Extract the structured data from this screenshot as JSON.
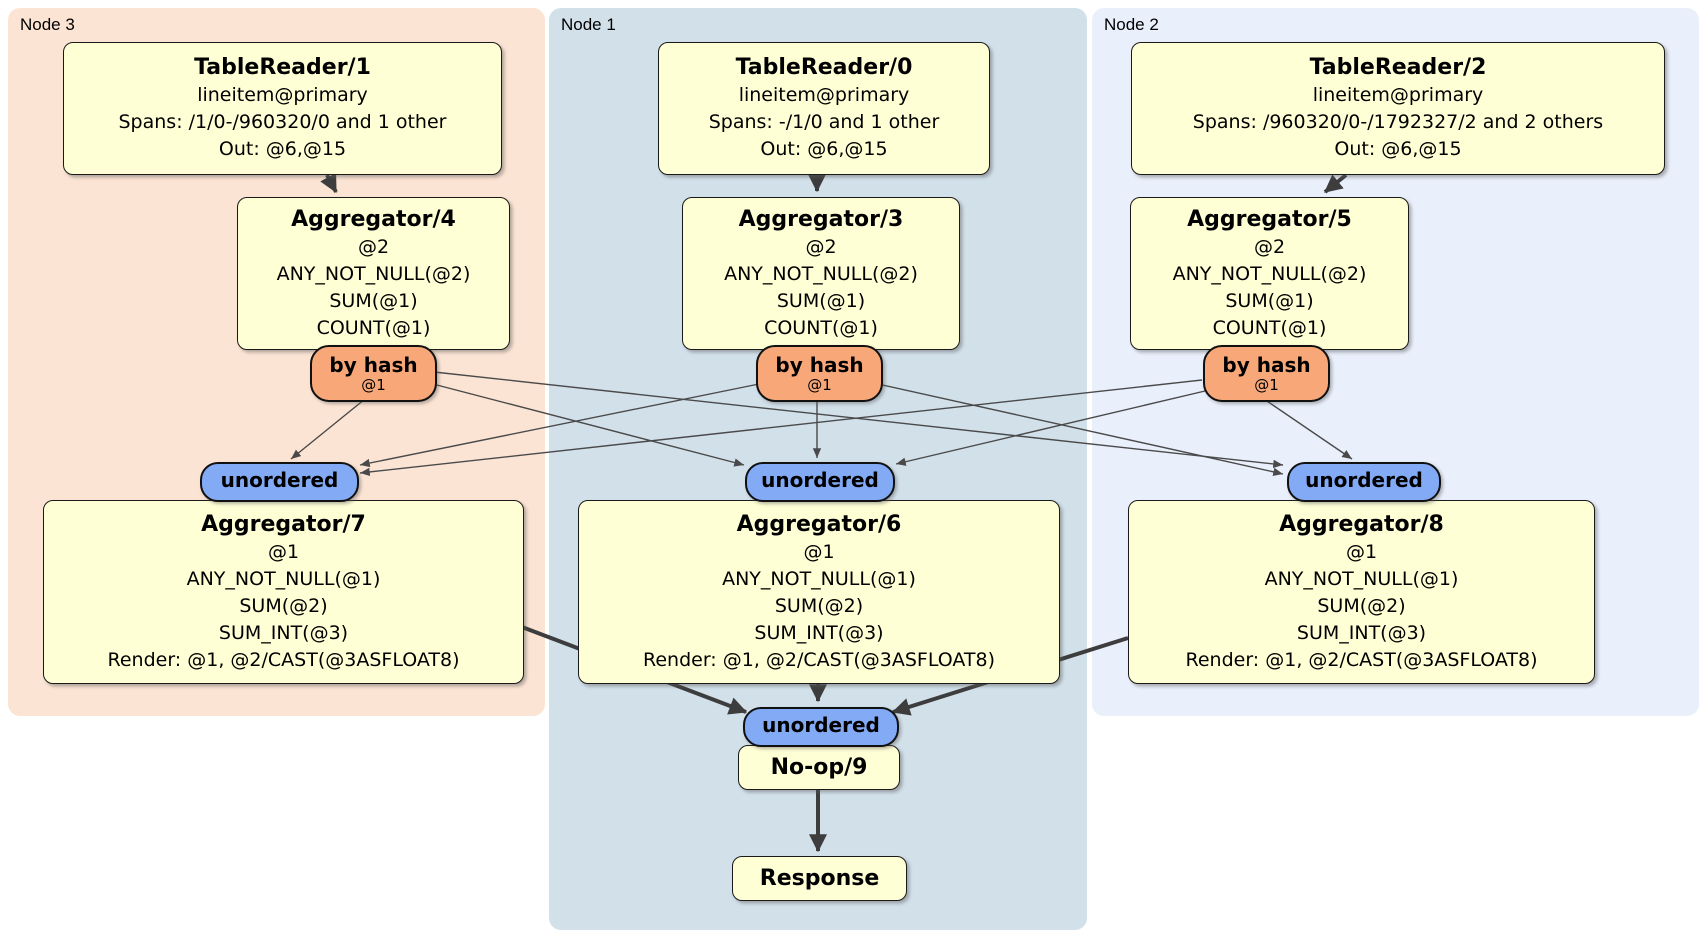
{
  "regions": [
    {
      "label": "Node 3"
    },
    {
      "label": "Node 1"
    },
    {
      "label": "Node 2"
    }
  ],
  "router": {
    "label": "by hash",
    "key": "@1"
  },
  "sync": {
    "label": "unordered"
  },
  "nodes": {
    "tablereader1": {
      "title": "TableReader/1",
      "lines": [
        "lineitem@primary",
        "Spans: /1/0-/960320/0 and 1 other",
        "Out: @6,@15"
      ]
    },
    "tablereader0": {
      "title": "TableReader/0",
      "lines": [
        "lineitem@primary",
        "Spans: -/1/0 and 1 other",
        "Out: @6,@15"
      ]
    },
    "tablereader2": {
      "title": "TableReader/2",
      "lines": [
        "lineitem@primary",
        "Spans: /960320/0-/1792327/2 and 2 others",
        "Out: @6,@15"
      ]
    },
    "aggregator4": {
      "title": "Aggregator/4",
      "lines": [
        "@2",
        "ANY_NOT_NULL(@2)",
        "SUM(@1)",
        "COUNT(@1)"
      ]
    },
    "aggregator3": {
      "title": "Aggregator/3",
      "lines": [
        "@2",
        "ANY_NOT_NULL(@2)",
        "SUM(@1)",
        "COUNT(@1)"
      ]
    },
    "aggregator5": {
      "title": "Aggregator/5",
      "lines": [
        "@2",
        "ANY_NOT_NULL(@2)",
        "SUM(@1)",
        "COUNT(@1)"
      ]
    },
    "aggregator7": {
      "title": "Aggregator/7",
      "lines": [
        "@1",
        "ANY_NOT_NULL(@1)",
        "SUM(@2)",
        "SUM_INT(@3)",
        "Render: @1, @2/CAST(@3ASFLOAT8)"
      ]
    },
    "aggregator6": {
      "title": "Aggregator/6",
      "lines": [
        "@1",
        "ANY_NOT_NULL(@1)",
        "SUM(@2)",
        "SUM_INT(@3)",
        "Render: @1, @2/CAST(@3ASFLOAT8)"
      ]
    },
    "aggregator8": {
      "title": "Aggregator/8",
      "lines": [
        "@1",
        "ANY_NOT_NULL(@1)",
        "SUM(@2)",
        "SUM_INT(@3)",
        "Render: @1, @2/CAST(@3ASFLOAT8)"
      ]
    },
    "noop": {
      "title": "No-op/9"
    },
    "response": {
      "title": "Response"
    }
  },
  "colors": {
    "node3_bg": "#fce4d4",
    "node1_bg": "#d2e0ea",
    "node2_bg": "#e9effb",
    "processor_bg": "#ffffd6",
    "router_bg": "#f8a878",
    "sync_bg": "#82aaf5",
    "edge_thin": "#4a4a4a",
    "edge_thick": "#3d3d3d"
  }
}
